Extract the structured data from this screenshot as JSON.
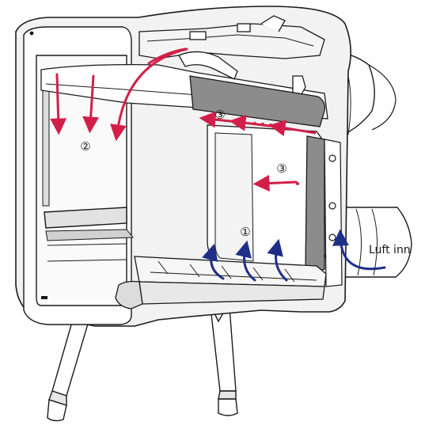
{
  "labels": {
    "circled_1": "①",
    "circled_2": "②",
    "circled_3_top": "③",
    "circled_3_side": "③",
    "air_inlet": "Luft inn"
  },
  "colors": {
    "outline": "#1a1a1a",
    "metal_fill": "#f2f2f2",
    "panel_grey": "#8c8c8c",
    "panel_grey_light": "#b5b5b5",
    "hot_arrow": "#d21f4a",
    "cold_arrow": "#1f2f88"
  }
}
